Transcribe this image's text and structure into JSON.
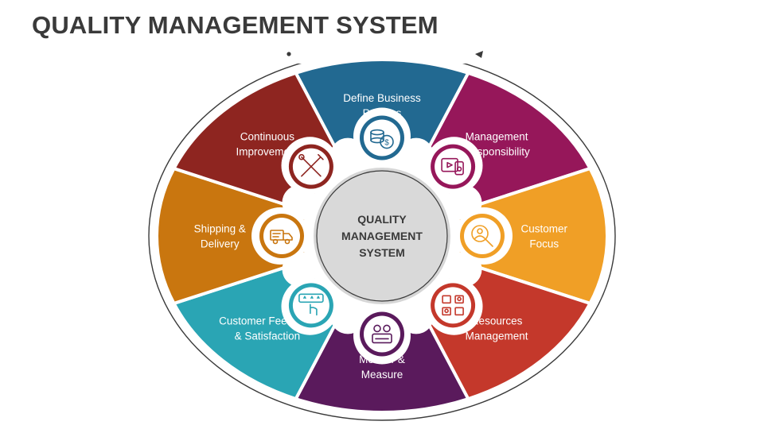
{
  "title": "QUALITY MANAGEMENT SYSTEM",
  "center": {
    "lines": [
      "QUALITY",
      "MANAGEMENT",
      "SYSTEM"
    ],
    "color": "#d9d9d9"
  },
  "segments": [
    {
      "id": "define",
      "lines": [
        "Define Business",
        "Process"
      ],
      "color": "#226991",
      "icon": "coins-icon"
    },
    {
      "id": "management",
      "lines": [
        "Management",
        "Responsibility"
      ],
      "color": "#96175a",
      "icon": "video-device-icon"
    },
    {
      "id": "customer-focus",
      "lines": [
        "Customer",
        "Focus"
      ],
      "color": "#f09f26",
      "icon": "magnifier-person-icon"
    },
    {
      "id": "resources",
      "lines": [
        "Resources",
        "Management"
      ],
      "color": "#c4382b",
      "icon": "people-network-icon"
    },
    {
      "id": "monitor",
      "lines": [
        "Monitor &",
        "Measure"
      ],
      "color": "#5a1a5c",
      "icon": "monitor-people-icon"
    },
    {
      "id": "feedback",
      "lines": [
        "Customer Feedback",
        "& Satisfaction"
      ],
      "color": "#2aa5b4",
      "icon": "rating-hand-icon"
    },
    {
      "id": "shipping",
      "lines": [
        "Shipping &",
        "Delivery"
      ],
      "color": "#c9760f",
      "icon": "truck-icon"
    },
    {
      "id": "continuous",
      "lines": [
        "Continuous",
        "Improvement"
      ],
      "color": "#8e2520",
      "icon": "tools-icon"
    }
  ]
}
